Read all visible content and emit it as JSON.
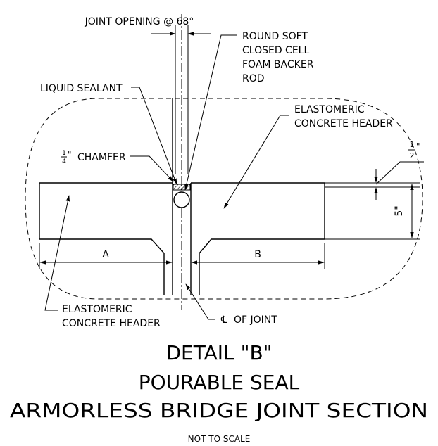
{
  "labels": {
    "joint_opening": "JOINT OPENING @ 68°",
    "backer_rod_1": "ROUND SOFT",
    "backer_rod_2": "CLOSED CELL",
    "backer_rod_3": "FOAM BACKER",
    "backer_rod_4": "ROD",
    "liquid_sealant": "LIQUID SEALANT",
    "header_top_1": "ELASTOMERIC",
    "header_top_2": "CONCRETE HEADER",
    "chamfer_num": "1",
    "chamfer_den": "4",
    "chamfer_unit": "\"",
    "chamfer_text": "CHAMFER",
    "half_num": "1",
    "half_den": "2",
    "half_unit": "\"",
    "five_dim": "5\"",
    "dim_a": "A",
    "dim_b": "B",
    "header_bottom_1": "ELASTOMERIC",
    "header_bottom_2": "CONCRETE HEADER",
    "of_joint": "OF JOINT",
    "centerline_symbol": "℄"
  },
  "title": {
    "line1": "DETAIL \"B\"",
    "line2": "POURABLE SEAL",
    "line3": "ARMORLESS BRIDGE JOINT SECTION",
    "note": "NOT TO SCALE"
  },
  "colors": {
    "ink": "#000000",
    "background": "#ffffff"
  }
}
